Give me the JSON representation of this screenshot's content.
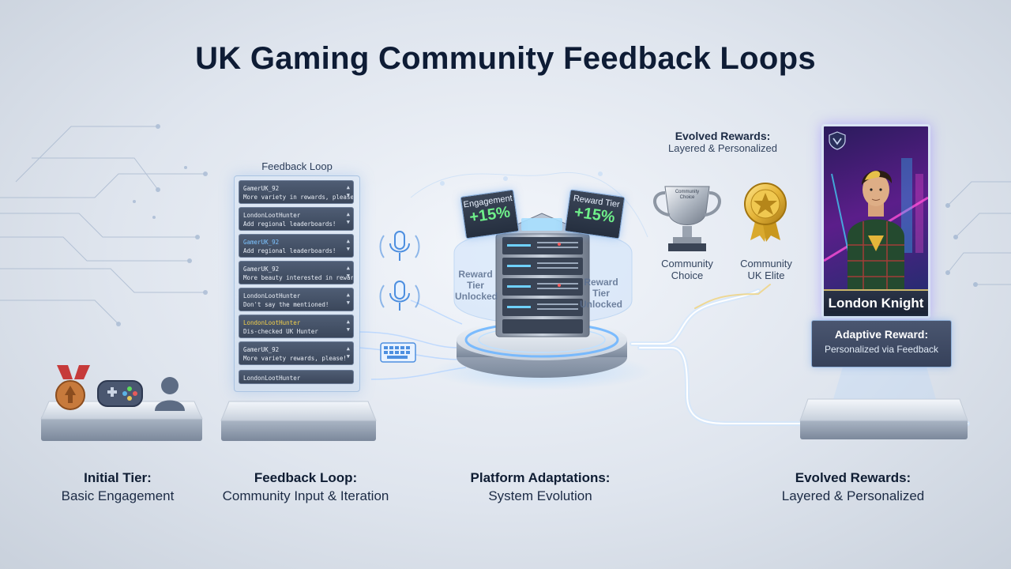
{
  "title": "UK Gaming Community Feedback Loops",
  "feedback_panel": {
    "title": "Feedback Loop",
    "items": [
      {
        "user": "GamerUK_92",
        "msg": "More variety in rewards, please!",
        "highlight": "none"
      },
      {
        "user": "LondonLootHunter",
        "msg": "Add regional leaderboards!",
        "highlight": "none"
      },
      {
        "user": "GamerUK_92",
        "msg": "Add regional leaderboards!",
        "highlight": "blue"
      },
      {
        "user": "GamerUK_92",
        "msg": "More beauty interested in rewards!",
        "highlight": "none"
      },
      {
        "user": "LondonLootHunter",
        "msg": "Don't say the mentioned!",
        "highlight": "none"
      },
      {
        "user": "LondonLootHunter",
        "msg": "Dis-checked UK Hunter",
        "highlight": "yellow"
      },
      {
        "user": "GamerUK_92",
        "msg": "More variety rewards, please!",
        "highlight": "none"
      },
      {
        "user": "LondonLootHunter",
        "msg": "",
        "highlight": "none"
      }
    ]
  },
  "server": {
    "engagement_label": "Engagement",
    "engagement_value": "+15%",
    "reward_label": "Reward Tier",
    "reward_value": "+15%",
    "ring_left": "Reward Tier Unlocked",
    "ring_right": "Reward Tier Unlocked"
  },
  "evolved_caption": {
    "title": "Evolved Rewards:",
    "subtitle": "Layered & Personalized"
  },
  "trophies": [
    {
      "label_line1": "Community",
      "label_line2": "Choice",
      "engraving": "Community Choice"
    },
    {
      "label_line1": "Community",
      "label_line2": "UK Elite"
    }
  ],
  "hero": {
    "name": "London Knight"
  },
  "adaptive": {
    "title": "Adaptive Reward:",
    "subtitle": "Personalized via Feedback"
  },
  "bottom_labels": [
    {
      "title": "Initial Tier:",
      "subtitle": "Basic Engagement"
    },
    {
      "title": "Feedback Loop:",
      "subtitle": "Community Input & Iteration"
    },
    {
      "title": "Platform Adaptations:",
      "subtitle": "System Evolution"
    },
    {
      "title": "Evolved Rewards:",
      "subtitle": "Layered & Personalized"
    }
  ],
  "icons": [
    "medal-icon",
    "gamepad-icon",
    "user-icon",
    "microphone-icon",
    "keyboard-icon",
    "server-icon",
    "trophy-icon",
    "rosette-icon",
    "shield-icon"
  ],
  "colors": {
    "title": "#0e1c35",
    "positive": "#6ff08a",
    "glow": "#7fb7ff",
    "gold": "#e5b53a"
  }
}
